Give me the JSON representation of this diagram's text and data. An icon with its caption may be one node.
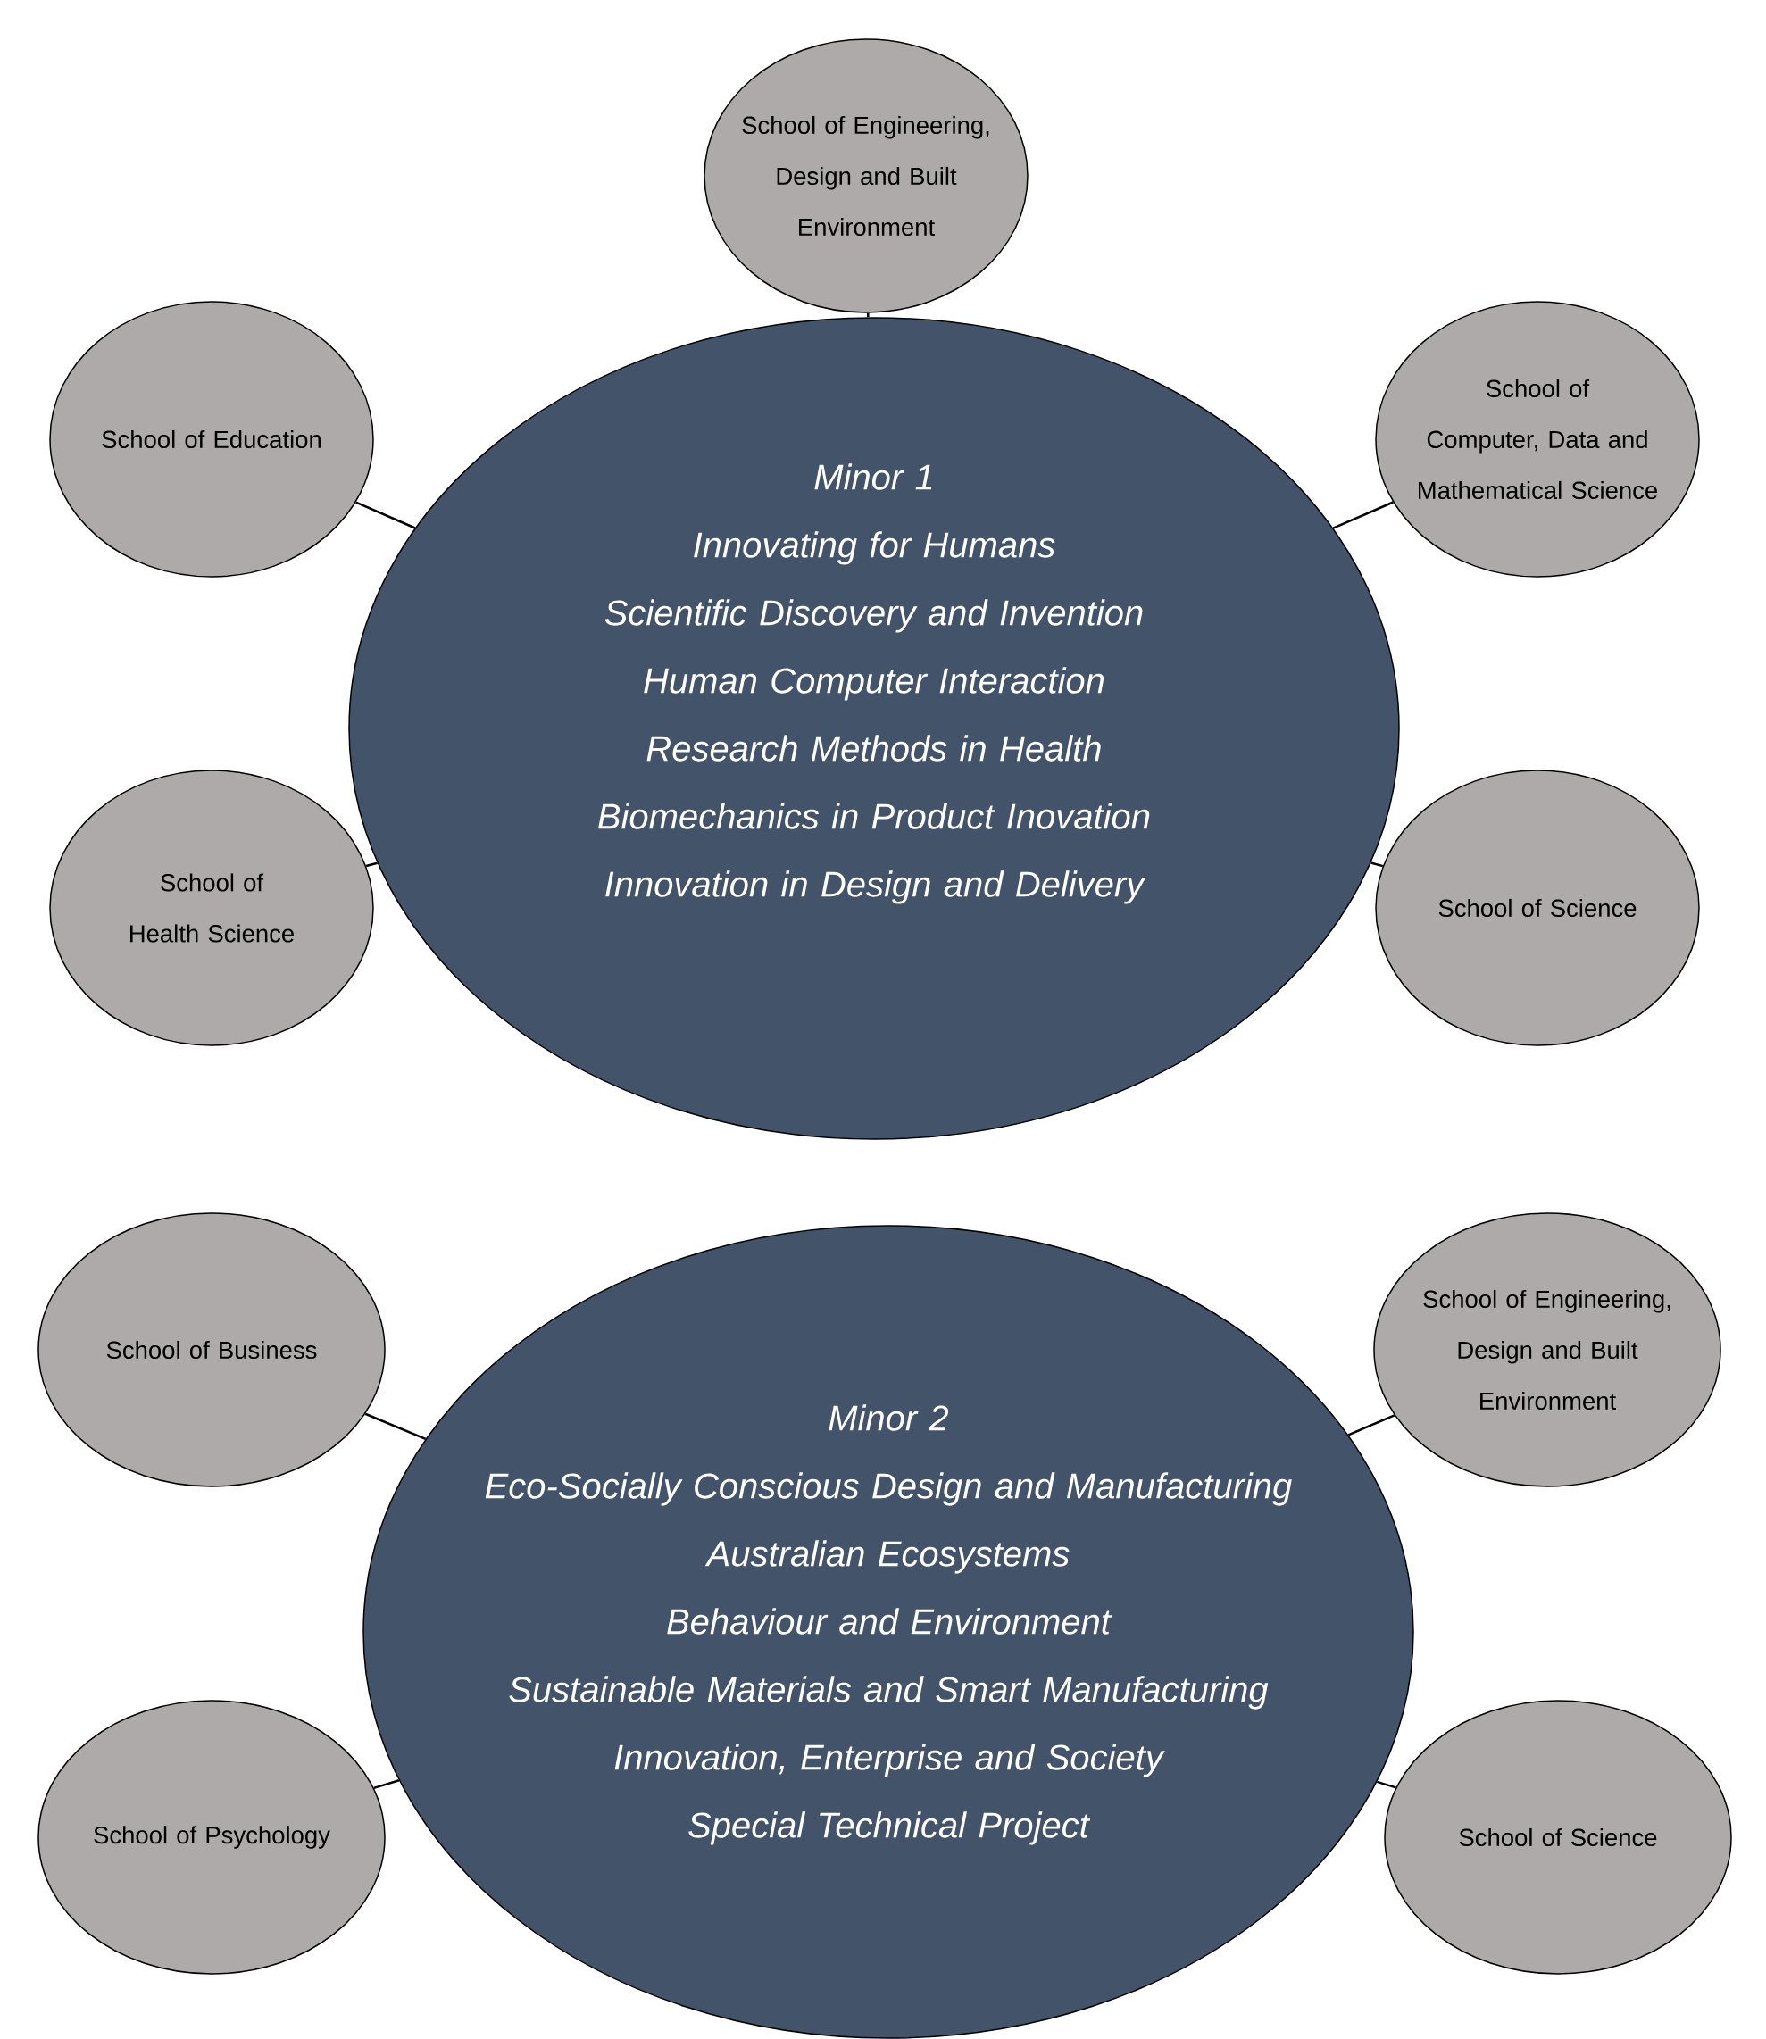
{
  "diagram": {
    "nodes": [
      {
        "text": [
          "School of Engineering, Design and Built Environment"
        ]
      },
      {
        "text": [
          "School of Education"
        ]
      },
      {
        "text": [
          "School of Computer, Data and Mathematical Science"
        ]
      },
      {
        "text": [
          "Minor 1",
          "Innovating for Humans",
          "Scientific Discovery and Invention",
          "Human Computer Interaction",
          "Research Methods in Health",
          "Biomechanics in Product Inovation",
          "Innovation in Design and Delivery"
        ]
      },
      {
        "text": [
          "School of Health Science"
        ]
      },
      {
        "text": [
          "School of Science"
        ]
      },
      {
        "text": [
          "School of Business"
        ]
      },
      {
        "text": [
          "School of Engineering, Design and Built Environment"
        ]
      },
      {
        "text": [
          "Minor 2",
          "Eco-Socially Conscious Design and Manufacturing",
          "Australian Ecosystems",
          "Behaviour and Environment",
          "Sustainable Materials and Smart Manufacturing",
          "Innovation, Enterprise and Society",
          "Special Technical Project"
        ]
      },
      {
        "text": [
          "School of Psychology"
        ]
      },
      {
        "text": [
          "School of Science"
        ]
      }
    ],
    "edges": [
      {
        "from": 3,
        "to": 0,
        "arrow": "none"
      },
      {
        "from": 3,
        "to": 1,
        "arrow": "none"
      },
      {
        "from": 3,
        "to": 2,
        "arrow": "none"
      },
      {
        "from": 3,
        "to": 4,
        "arrow": "none"
      },
      {
        "from": 3,
        "to": 5,
        "arrow": "none"
      },
      {
        "from": 8,
        "to": 6,
        "arrow": "none"
      },
      {
        "from": 8,
        "to": 7,
        "arrow": "none"
      },
      {
        "from": 8,
        "to": 9,
        "arrow": "none"
      },
      {
        "from": 8,
        "to": 10,
        "arrow": "none"
      }
    ]
  }
}
